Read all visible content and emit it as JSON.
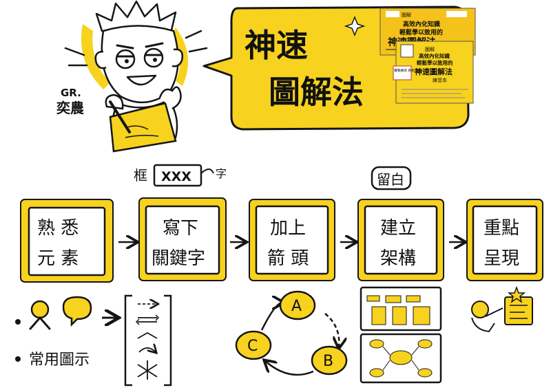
{
  "colors": {
    "accent": "#f7d21e",
    "ink": "#151515",
    "paper": "#ffffff"
  },
  "author_tag": {
    "line1": "GR.",
    "line2": "奕農"
  },
  "speech": {
    "line1": "神速",
    "line2": "圖解法"
  },
  "book_front": {
    "top_label": "圖解",
    "line1": "高效內化知識",
    "line2": "輕鬆學以致用的",
    "title": "神速圖解法"
  },
  "book_back": {
    "top_label": "圖解",
    "line1": "高效內化知識",
    "line2": "輕鬆學以致用的",
    "title": "神速圖解法",
    "subtitle": "練習本",
    "badge": "實戰練習 輕鬆提升"
  },
  "frame_note": {
    "left": "框",
    "box": "XXX",
    "right": "字"
  },
  "leave_blank": "留白",
  "steps": [
    {
      "line1": "熟 悉",
      "line2": "元 素"
    },
    {
      "line1": "寫下",
      "line2": "關鍵字"
    },
    {
      "line1": "加上",
      "line2": "箭 頭"
    },
    {
      "line1": "建立",
      "line2": "架構"
    },
    {
      "line1": "重點",
      "line2": "呈現"
    }
  ],
  "common_icons": "常用圖示",
  "cycle": {
    "a": "A",
    "b": "B",
    "c": "C"
  }
}
